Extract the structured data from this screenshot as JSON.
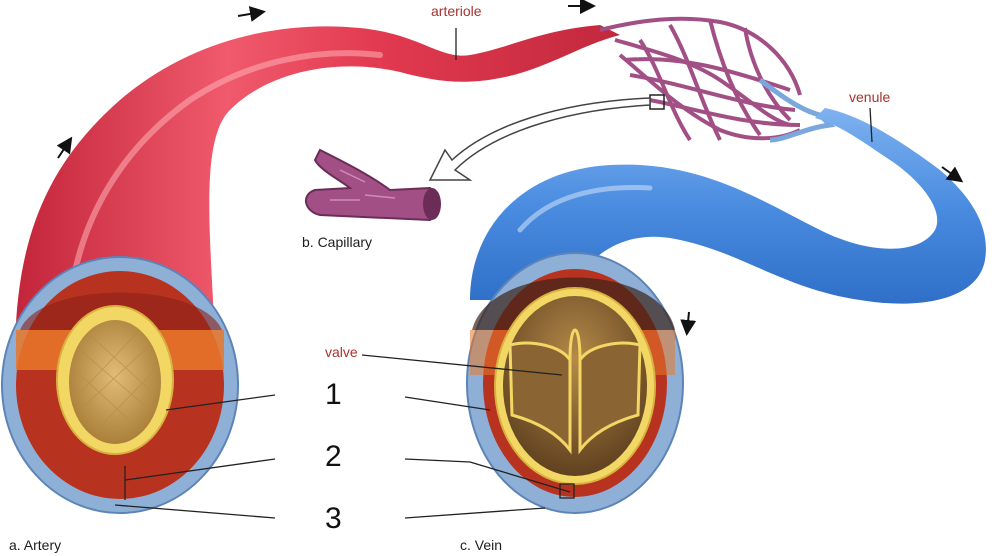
{
  "labels": {
    "arteriole": "arteriole",
    "venule": "venule",
    "valve": "valve",
    "capillary": "b.  Capillary",
    "artery": "a.  Artery",
    "vein": "c.  Vein"
  },
  "layer_numbers": [
    "1",
    "2",
    "3"
  ],
  "colors": {
    "artery": "#e03a4e",
    "vein": "#4d8fe0",
    "capillary": "#a24f86",
    "muscle": "#b8331f",
    "outer_layer": "#8fb0d6",
    "lumen": "#c79b52",
    "label_text": "#a8322f"
  }
}
